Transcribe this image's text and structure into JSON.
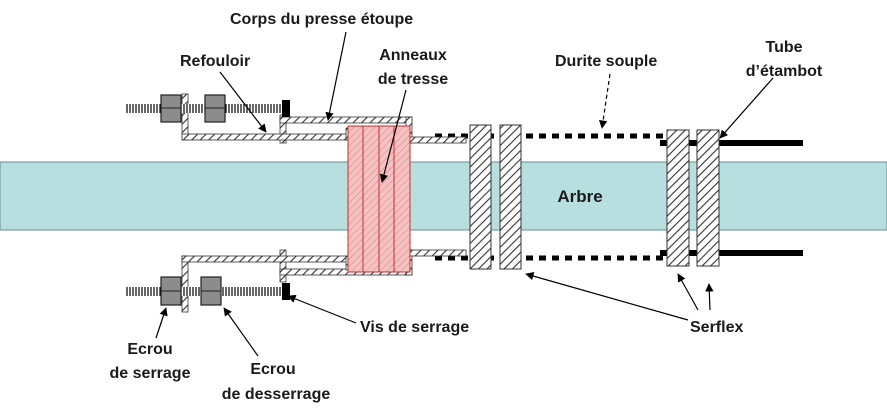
{
  "labels": {
    "corps": "Corps du presse étoupe",
    "refouloir": "Refouloir",
    "anneaux_l1": "Anneaux",
    "anneaux_l2": "de tresse",
    "durite": "Durite souple",
    "tube_l1": "Tube",
    "tube_l2": "d’étambot",
    "arbre": "Arbre",
    "vis": "Vis de serrage",
    "serflex": "Serflex",
    "ecrou_serrage_l1": "Ecrou",
    "ecrou_serrage_l2": "de serrage",
    "ecrou_desserrage_l1": "Ecrou",
    "ecrou_desserrage_l2": "de desserrage"
  },
  "colors": {
    "shaft": "#b7dfe0",
    "packing": "#f2b8b8",
    "packing_lines": "#e05050",
    "nut": "#8c8c8c",
    "metal": "#000000"
  }
}
